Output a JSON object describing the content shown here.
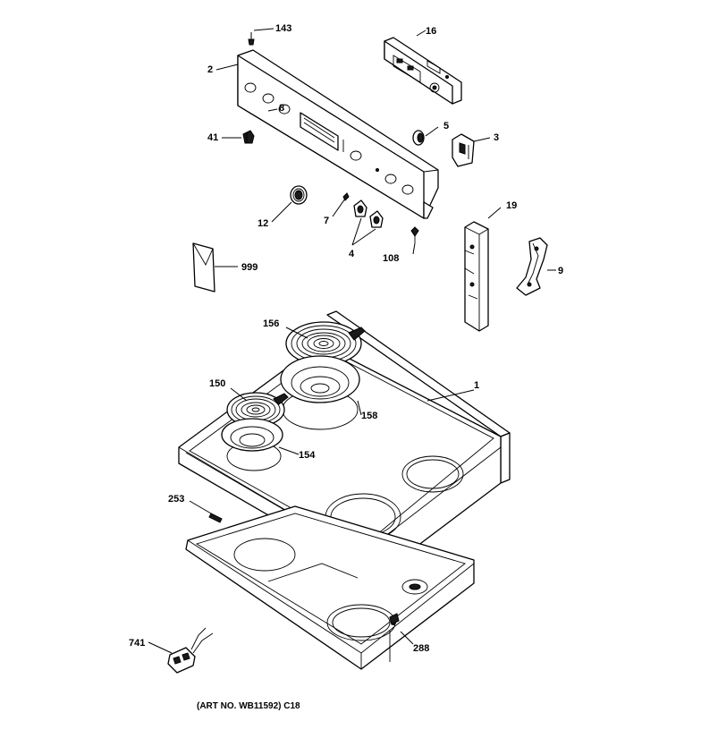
{
  "caption": "(ART NO. WB11592) C18",
  "callouts": {
    "c143": "143",
    "c2": "2",
    "c16": "16",
    "c8": "8",
    "c41": "41",
    "c5": "5",
    "c3": "3",
    "c7": "7",
    "c12": "12",
    "c4": "4",
    "c108": "108",
    "c19": "19",
    "c999": "999",
    "c9": "9",
    "c156a": "156",
    "c1": "1",
    "c150": "150",
    "c158": "158",
    "c154": "154",
    "c253": "253",
    "c741": "741",
    "c288": "288"
  }
}
